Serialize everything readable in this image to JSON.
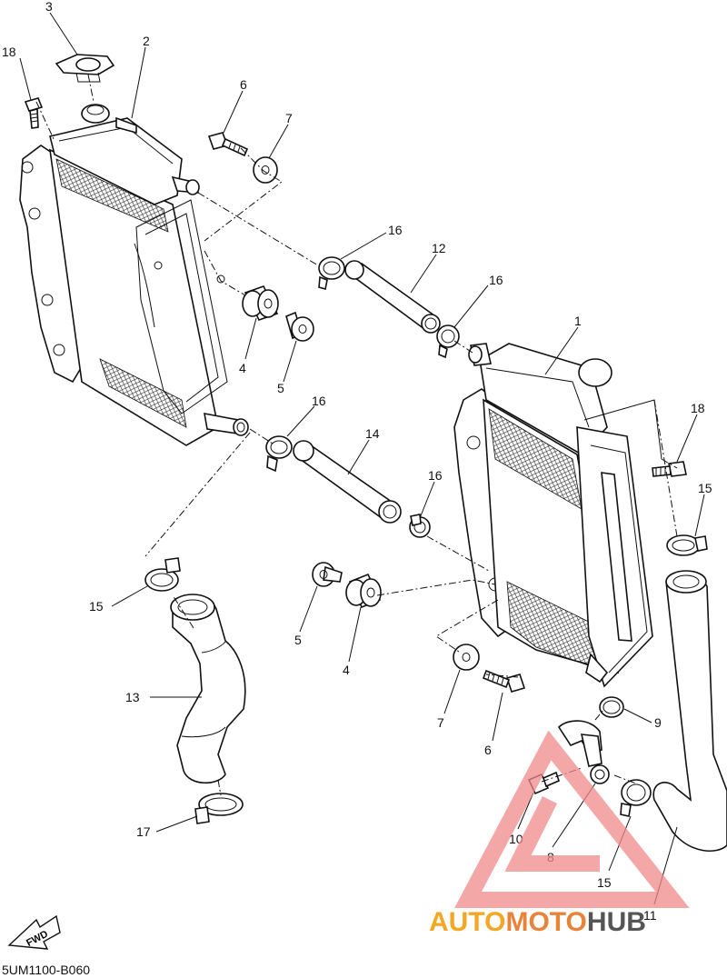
{
  "diagram": {
    "code": "5UM1100-B060",
    "fwd_label": "FWD",
    "watermark": {
      "auto": "AUTO",
      "moto": "MOTO",
      "hub": "HUB",
      "auto_color": "#f5a623",
      "moto_color": "#e8833a",
      "hub_color": "#555555",
      "triangle_color": "#f08a8a"
    },
    "callouts": {
      "c1": "1",
      "c2": "2",
      "c3": "3",
      "c4a": "4",
      "c4b": "4",
      "c5a": "5",
      "c5b": "5",
      "c6a": "6",
      "c6b": "6",
      "c7a": "7",
      "c7b": "7",
      "c8": "8",
      "c9": "9",
      "c10": "10",
      "c11": "11",
      "c12": "12",
      "c13": "13",
      "c14": "14",
      "c15a": "15",
      "c15b": "15",
      "c15c": "15",
      "c16a": "16",
      "c16b": "16",
      "c16c": "16",
      "c16d": "16",
      "c17": "17",
      "c18a": "18",
      "c18b": "18"
    }
  }
}
